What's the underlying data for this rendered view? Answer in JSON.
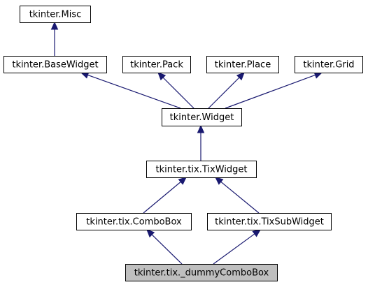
{
  "diagram": {
    "type": "class-inheritance-graph",
    "nodes": [
      {
        "id": "misc",
        "label": "tkinter.Misc",
        "highlight": false
      },
      {
        "id": "basewidget",
        "label": "tkinter.BaseWidget",
        "highlight": false
      },
      {
        "id": "pack",
        "label": "tkinter.Pack",
        "highlight": false
      },
      {
        "id": "place",
        "label": "tkinter.Place",
        "highlight": false
      },
      {
        "id": "grid",
        "label": "tkinter.Grid",
        "highlight": false
      },
      {
        "id": "widget",
        "label": "tkinter.Widget",
        "highlight": false
      },
      {
        "id": "tixwidget",
        "label": "tkinter.tix.TixWidget",
        "highlight": false
      },
      {
        "id": "combobox",
        "label": "tkinter.tix.ComboBox",
        "highlight": false
      },
      {
        "id": "tixsubwidget",
        "label": "tkinter.tix.TixSubWidget",
        "highlight": false
      },
      {
        "id": "dummycombobox",
        "label": "tkinter.tix._dummyComboBox",
        "highlight": true
      }
    ],
    "edges": [
      {
        "from": "basewidget",
        "to": "misc"
      },
      {
        "from": "widget",
        "to": "basewidget"
      },
      {
        "from": "widget",
        "to": "pack"
      },
      {
        "from": "widget",
        "to": "place"
      },
      {
        "from": "widget",
        "to": "grid"
      },
      {
        "from": "tixwidget",
        "to": "widget"
      },
      {
        "from": "combobox",
        "to": "tixwidget"
      },
      {
        "from": "tixsubwidget",
        "to": "tixwidget"
      },
      {
        "from": "dummycombobox",
        "to": "combobox"
      },
      {
        "from": "dummycombobox",
        "to": "tixsubwidget"
      }
    ],
    "colors": {
      "edge": "#191970",
      "highlight_fill": "#bfbfbf",
      "node_fill": "#ffffff",
      "node_border": "#000000"
    }
  }
}
